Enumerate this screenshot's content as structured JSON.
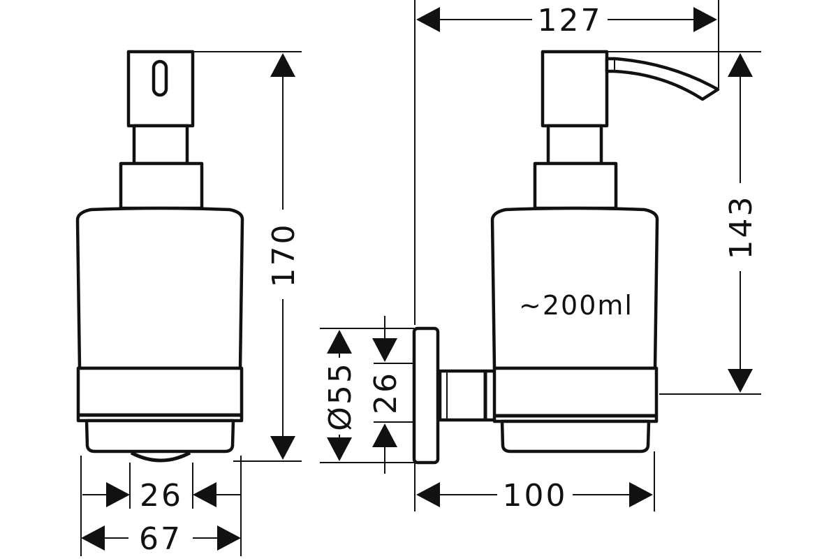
{
  "dimensions": {
    "front_height": "170",
    "front_neck_width": "26",
    "front_body_width": "67",
    "side_overall_depth": "127",
    "side_projection": "100",
    "side_outlet_height": "143",
    "rosette_diameter": "Ø55",
    "arm_height": "26"
  },
  "annotations": {
    "capacity": "~200ml"
  },
  "colors": {
    "line": "#111111",
    "background": "#ffffff"
  }
}
